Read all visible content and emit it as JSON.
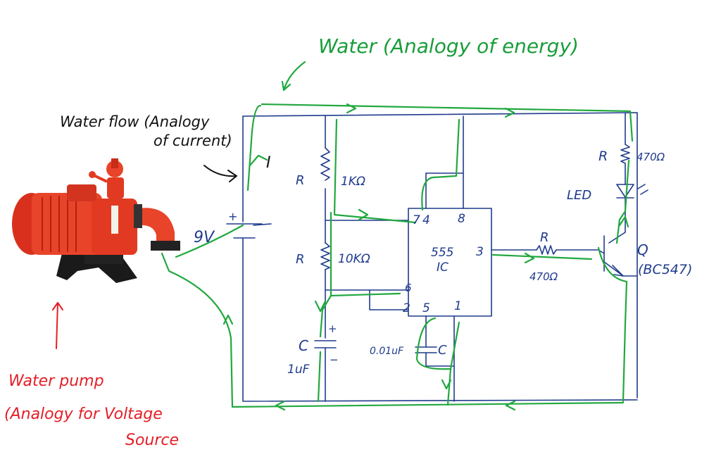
{
  "labels": {
    "water_title": "Water (Analogy of energy)",
    "water_flow_1": "Water flow (Analogy",
    "water_flow_2": "of current)",
    "pump_1": "Water pump",
    "pump_2": "(Analogy for Voltage",
    "pump_3": "Source",
    "current": "I",
    "battery": "9V",
    "battery_plus": "+",
    "r_top": "R",
    "r_top_value": "1KΩ",
    "r_mid": "R",
    "r_mid_value": "10KΩ",
    "cap_left": "C",
    "cap_left_value": "1uF",
    "cap_left_plus": "+",
    "cap_left_minus": "−",
    "cap_small_value": "0.01uF",
    "cap_small": "C",
    "ic_name_1": "555",
    "ic_name_2": "IC",
    "pin_7": "7",
    "pin_4": "4",
    "pin_8": "8",
    "pin_3": "3",
    "pin_6": "6",
    "pin_2": "2",
    "pin_5": "5",
    "pin_1": "1",
    "r_base": "R",
    "r_base_value": "470Ω",
    "r_led": "R",
    "r_led_value": "470Ω",
    "led": "LED",
    "transistor": "Q",
    "transistor_part": "(BC547)"
  },
  "colors": {
    "circuit": "#1f3b8c",
    "flow": "#22a83f",
    "pump_note": "#e41e26",
    "note": "#111111"
  },
  "images": {
    "pump": "water-pump-photo"
  }
}
